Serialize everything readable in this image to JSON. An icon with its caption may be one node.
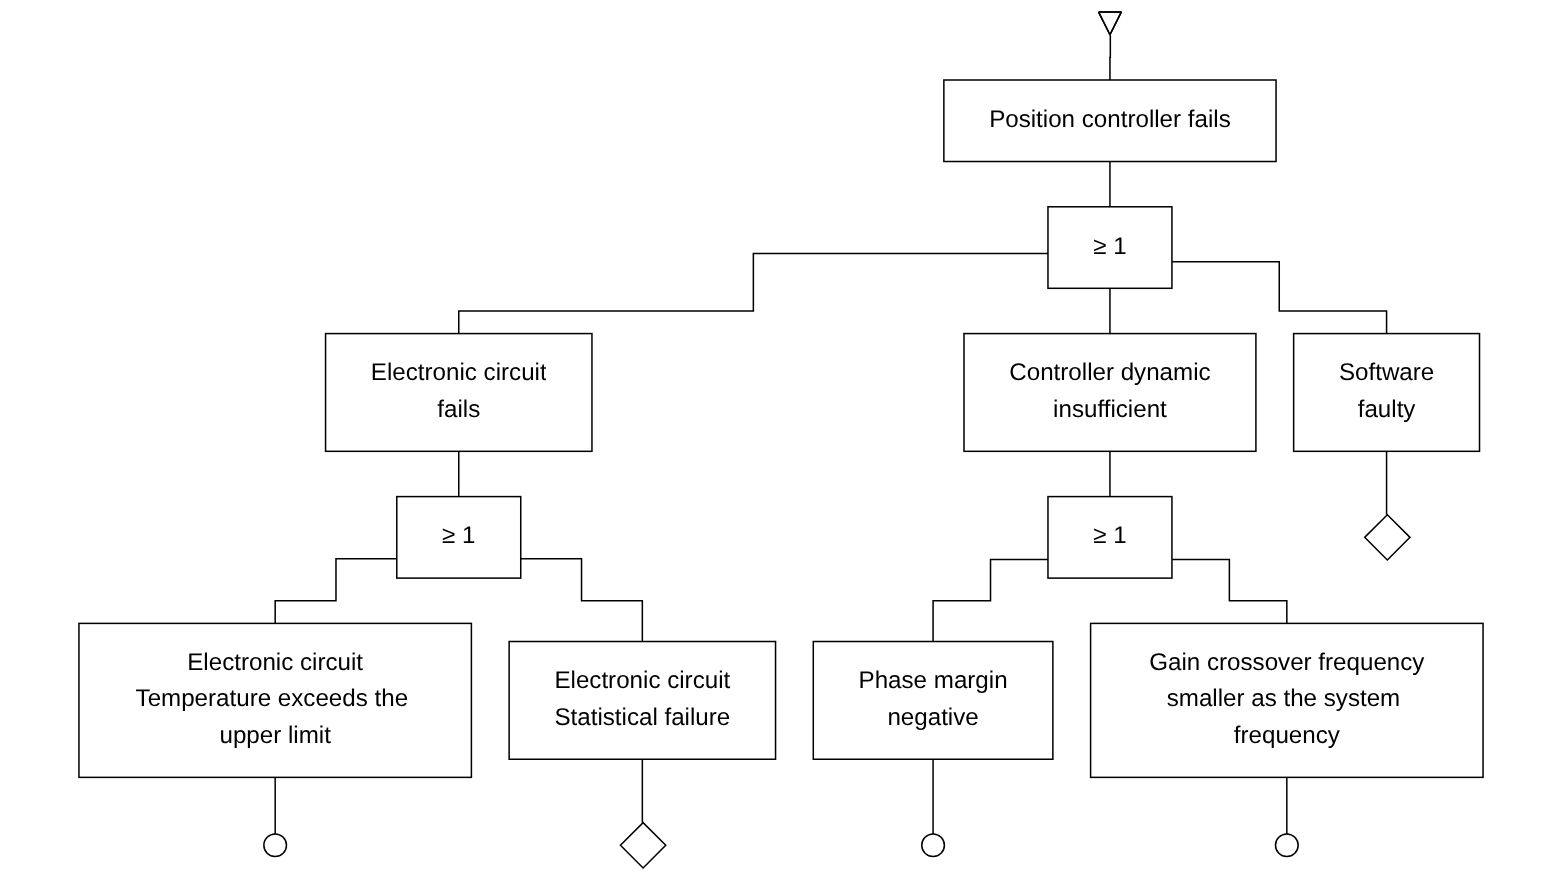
{
  "diagram": {
    "nodes": [
      {
        "text": [],
        "shape": "triangle"
      },
      {
        "text": [
          "Position controller fails"
        ]
      },
      {
        "text": [
          "≥ 1"
        ]
      },
      {
        "text": [
          "Electronic circuit",
          "fails"
        ]
      },
      {
        "text": [
          "Software",
          "faulty"
        ]
      },
      {
        "text": [
          "Controller dynamic",
          "insufficient"
        ]
      },
      {
        "text": [
          "≥ 1"
        ]
      },
      {
        "text": [
          "Electronic circuit",
          "Temperature exceeds the upper limit"
        ]
      },
      {
        "text": [
          "Electronic circuit",
          "Statistical failure"
        ]
      },
      {
        "text": [
          "≥ 1"
        ]
      },
      {
        "text": [
          "Phase margin",
          "negative"
        ]
      },
      {
        "text": [
          "Gain crossover frequency",
          "smaller as the system frequency"
        ]
      },
      {
        "text": [],
        "shape": "circle"
      },
      {
        "text": [],
        "shape": "diamond"
      },
      {
        "text": [],
        "shape": "diamond"
      },
      {
        "text": [],
        "shape": "circle"
      },
      {
        "text": [],
        "shape": "circle"
      }
    ],
    "edges": [
      {
        "from": 0,
        "to": 1,
        "arrow": "none"
      },
      {
        "from": 1,
        "to": 2,
        "arrow": "none"
      },
      {
        "from": 2,
        "to": 3,
        "arrow": "none"
      },
      {
        "from": 2,
        "to": 4,
        "arrow": "none"
      },
      {
        "from": 2,
        "to": 5,
        "arrow": "none"
      },
      {
        "from": 3,
        "to": 6,
        "arrow": "none"
      },
      {
        "from": 6,
        "to": 7,
        "arrow": "none"
      },
      {
        "from": 6,
        "to": 8,
        "arrow": "none"
      },
      {
        "from": 5,
        "to": 9,
        "arrow": "none"
      },
      {
        "from": 9,
        "to": 10,
        "arrow": "none"
      },
      {
        "from": 9,
        "to": 11,
        "arrow": "none"
      },
      {
        "from": 7,
        "to": 12,
        "arrow": "none"
      },
      {
        "from": 8,
        "to": 13,
        "arrow": "none"
      },
      {
        "from": 4,
        "to": 14,
        "arrow": "none"
      },
      {
        "from": 10,
        "to": 15,
        "arrow": "none"
      },
      {
        "from": 11,
        "to": 16,
        "arrow": "none"
      }
    ]
  }
}
